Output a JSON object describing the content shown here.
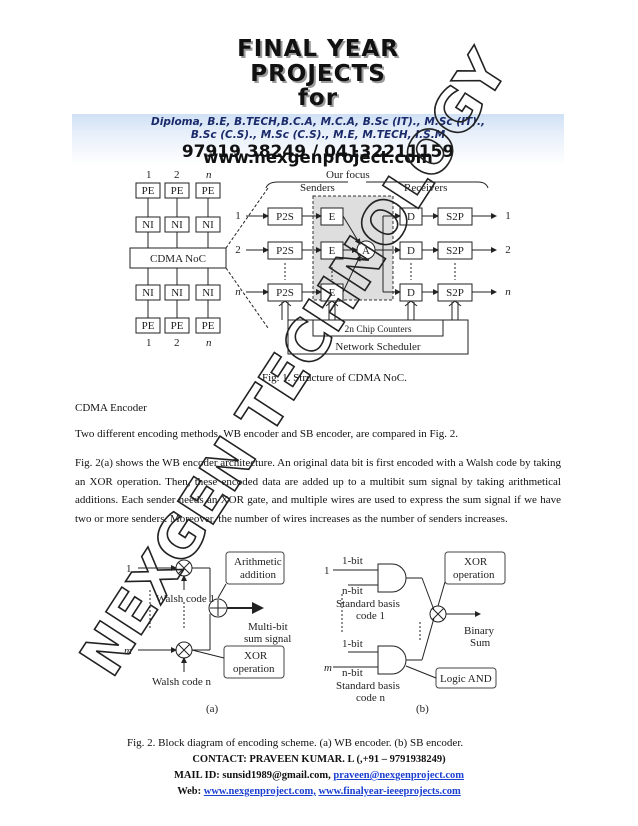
{
  "banner": {
    "line1": "FINAL YEAR",
    "line2": "PROJECTS",
    "line3": "for",
    "qual1": "Diploma, B.E, B.TECH,B.C.A, M.C.A, B.Sc (IT)., M.Sc (IT).,",
    "qual2": "B.Sc (C.S)., M.Sc (C.S)., M.E, M.TECH, I.S.M",
    "phone": "97919 38249 / 04132211159",
    "website": "www.nexgenproject.com"
  },
  "fig1": {
    "our_focus": "Our focus",
    "senders": "Senders",
    "receivers": "Receivers",
    "col1": "1",
    "col2": "2",
    "coln": "n",
    "pe": "PE",
    "ni": "NI",
    "noc": "CDMA NoC",
    "p2s": "P2S",
    "e": "E",
    "a": "A",
    "d": "D",
    "s2p": "S2P",
    "row1": "1",
    "row2": "2",
    "rown": "n",
    "chip": "2n Chip Counters",
    "scheduler": "Network Scheduler",
    "caption": "Fig. 1. Structure of CDMA NoC."
  },
  "section_title": "CDMA Encoder",
  "para1": "Two different encoding methods, WB encoder and SB encoder, are compared in Fig. 2.",
  "para2": "Fig. 2(a) shows the WB encoder architecture. An original data bit is first encoded with a Walsh code by taking an XOR operation. Then, these encoded data are added up to a multibit sum signal by taking arithmetical additions. Each sender needs an XOR gate, and multiple wires are used to express the sum signal if we have two or more senders. Moreover, the number of wires increases as the number of senders increases.",
  "fig2": {
    "a_one": "1",
    "a_walsh1": "Walsh code 1",
    "a_m": "m",
    "a_walshn": "Walsh code n",
    "a_arith1": "Arithmetic",
    "a_arith2": "addition",
    "a_multi1": "Multi-bit",
    "a_multi2": "sum signal",
    "a_xor1": "XOR",
    "a_xor2": "operation",
    "a_label": "(a)",
    "b_one": "1",
    "b_1bit": "1-bit",
    "b_nbit": "n-bit",
    "b_sb1a": "Standard basis",
    "b_sb1b": "code 1",
    "b_m": "m",
    "b_sbna": "Standard basis",
    "b_sbnb": "code n",
    "b_xor1": "XOR",
    "b_xor2": "operation",
    "b_bin1": "Binary",
    "b_bin2": "Sum",
    "b_and": "Logic AND",
    "b_label": "(b)",
    "caption": "Fig. 2. Block diagram of encoding scheme. (a) WB encoder. (b) SB encoder."
  },
  "watermark": "NEXGEN TECHNOLOGY",
  "footer": {
    "contact": "CONTACT: PRAVEEN KUMAR. L (,+91 – 9791938249)",
    "mail_label": "MAIL ID: ",
    "mail1": "sunsid1989@gmail.com,",
    "mail2": "praveen@nexgenproject.com",
    "web_label": "Web: ",
    "web1": "www.nexgenproject.com,",
    "web2": "www.finalyear-ieeeprojects.com"
  }
}
